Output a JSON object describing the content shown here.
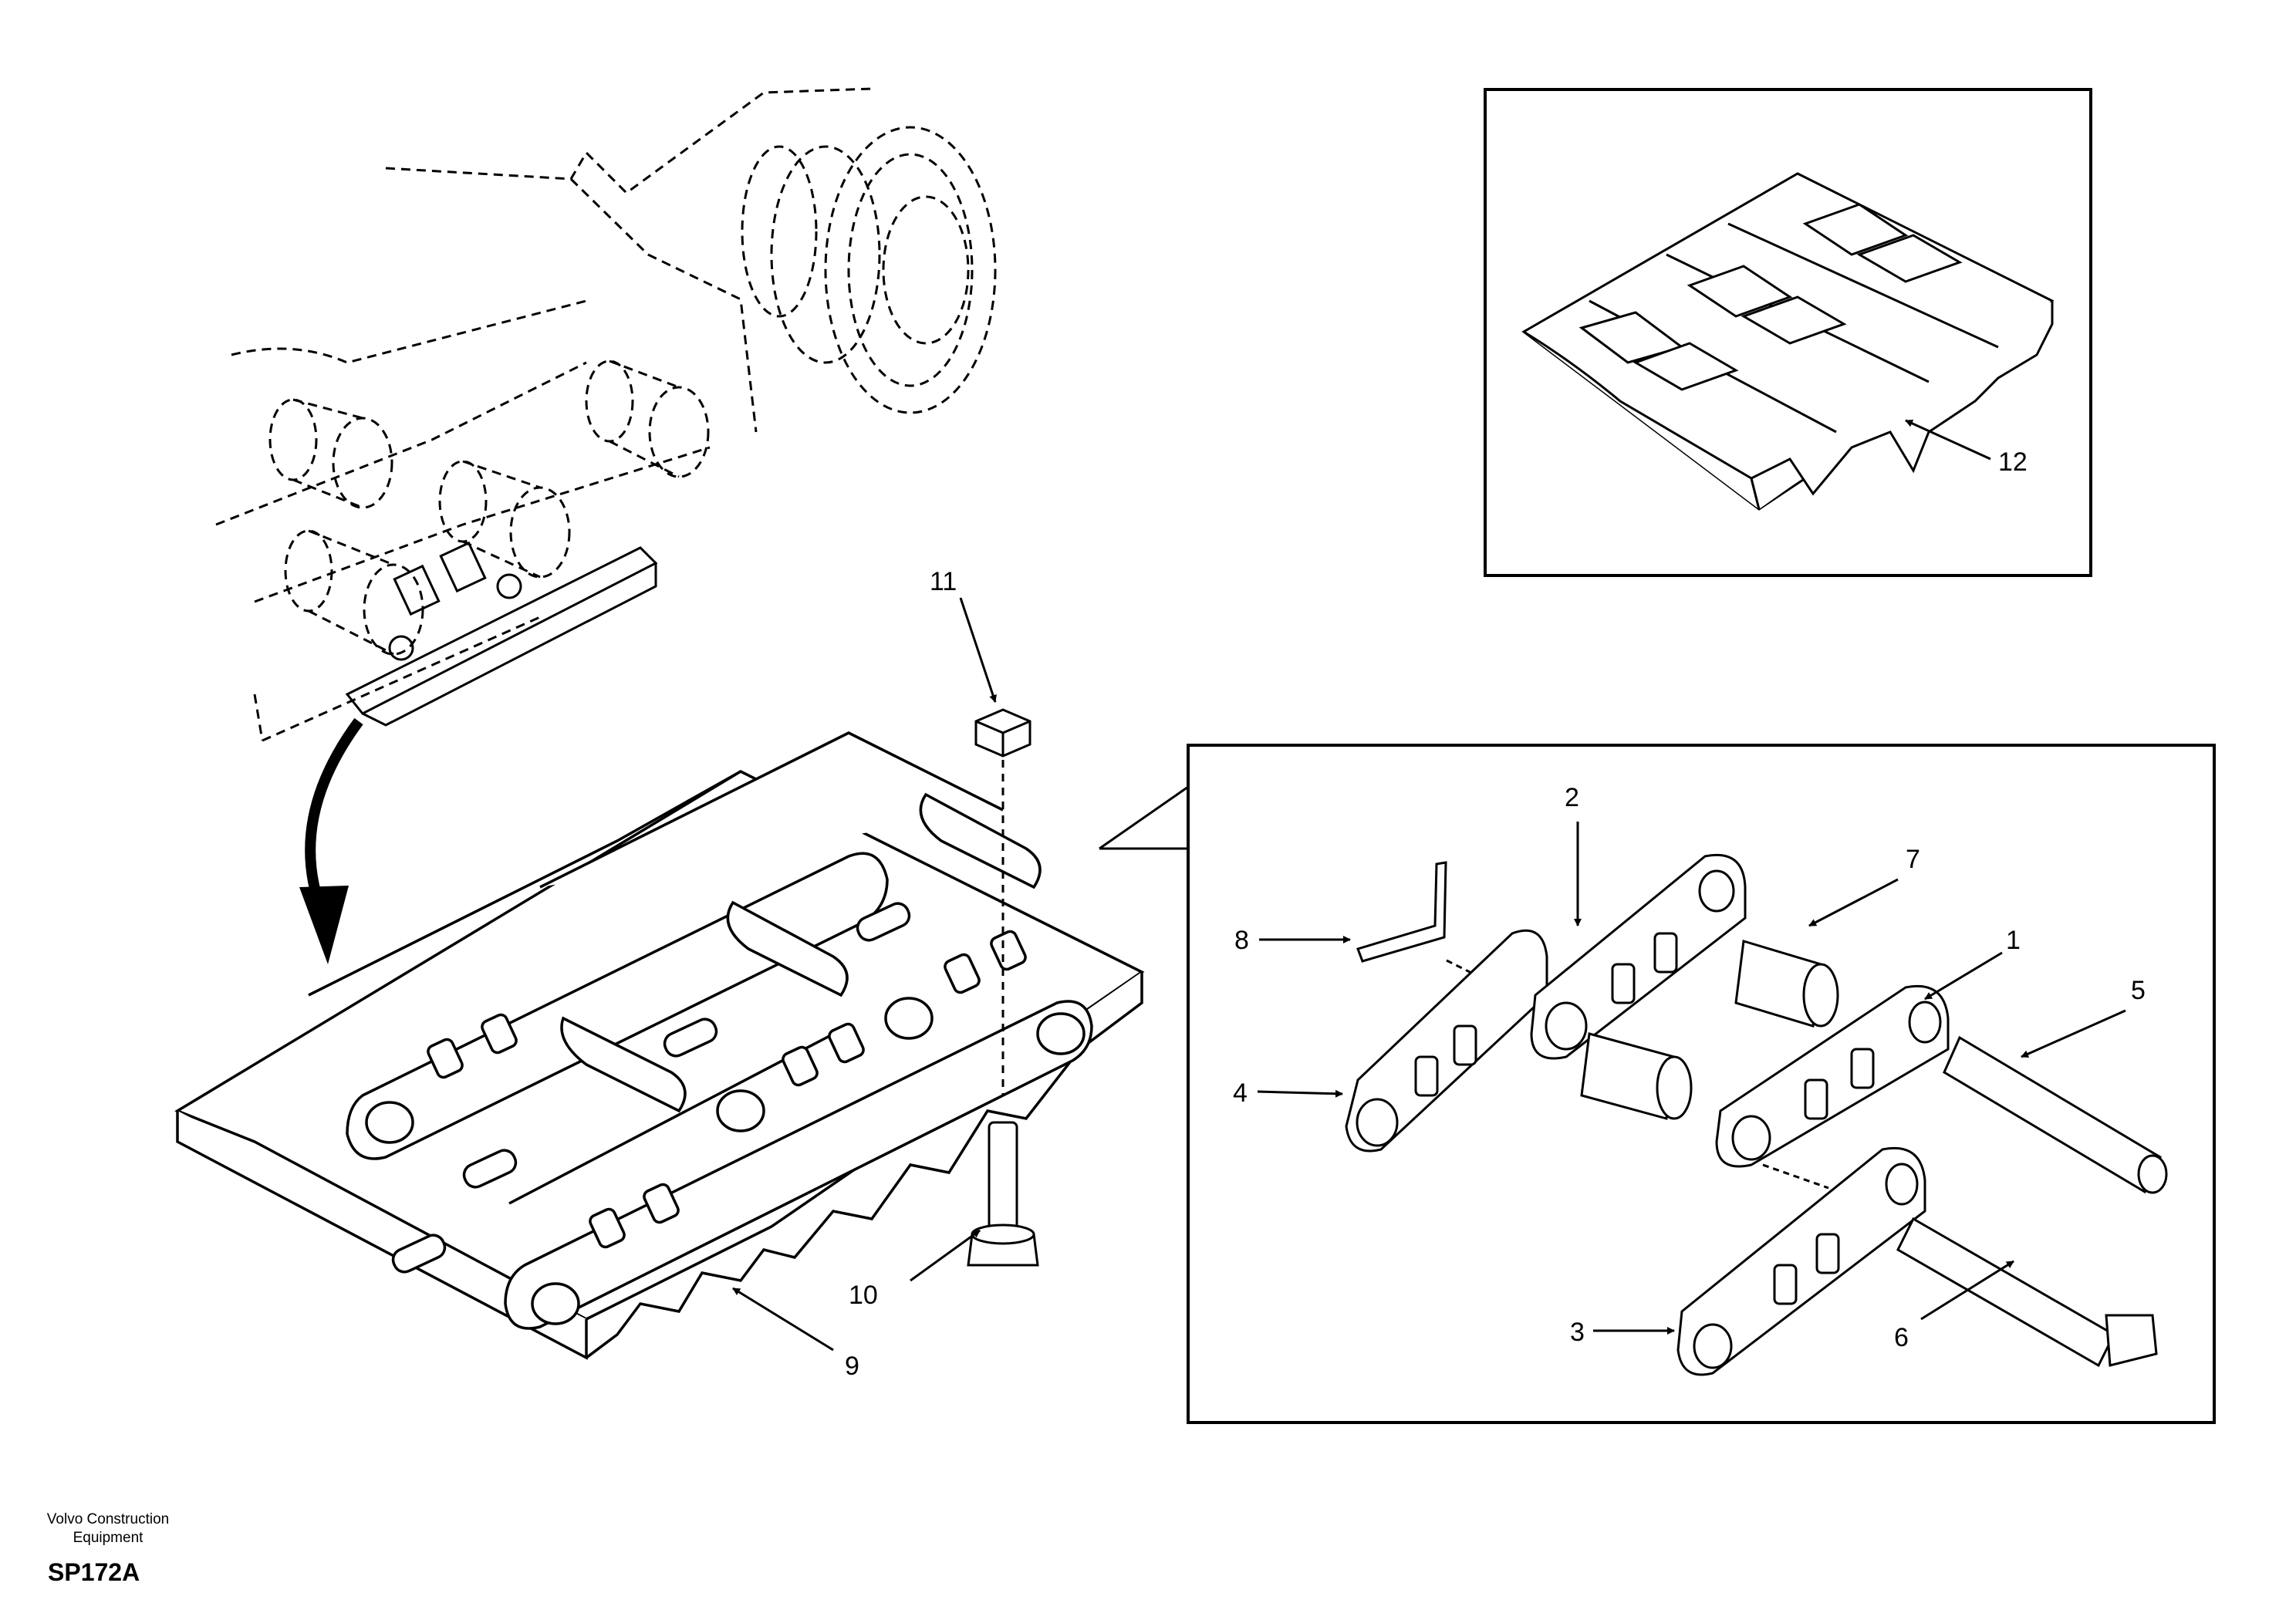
{
  "labels": {
    "l1": "1",
    "l2": "2",
    "l3": "3",
    "l4": "4",
    "l5": "5",
    "l6": "6",
    "l7": "7",
    "l8": "8",
    "l9": "9",
    "l10": "10",
    "l11": "11",
    "l12": "12"
  },
  "footer": {
    "company_line1": "Volvo Construction",
    "company_line2": "Equipment",
    "code": "SP172A"
  }
}
